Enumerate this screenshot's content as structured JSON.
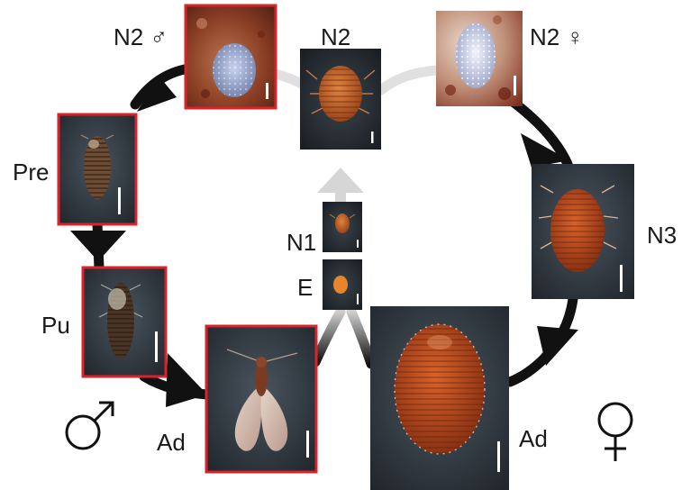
{
  "colors": {
    "cycle_arrow": "#111111",
    "early_arrow": "#d6d6d6",
    "male_frame": "#d8232a",
    "photo_dark": "#20262c",
    "photo_brown": "#8a3c24"
  },
  "icons": [
    "male-symbol",
    "female-symbol"
  ],
  "labels": {
    "n2_male": "N2 ♂",
    "n2": "N2",
    "n2_female": "N2 ♀",
    "pre": "Pre",
    "n3": "N3",
    "n1": "N1",
    "e": "E",
    "pu": "Pu",
    "ad_male": "Ad",
    "ad_female": "Ad"
  },
  "stages": [
    {
      "id": "e",
      "label": "E",
      "sex": "both",
      "photo": "egg"
    },
    {
      "id": "n1",
      "label": "N1",
      "sex": "both",
      "photo": "first-instar nymph"
    },
    {
      "id": "n2",
      "label": "N2",
      "sex": "both",
      "photo": "second-instar nymph"
    },
    {
      "id": "n2-male",
      "label": "N2 ♂",
      "sex": "male",
      "photo": "male second instar under white wax"
    },
    {
      "id": "pre",
      "label": "Pre",
      "sex": "male",
      "photo": "prepupa"
    },
    {
      "id": "pu",
      "label": "Pu",
      "sex": "male",
      "photo": "pupa"
    },
    {
      "id": "ad-male",
      "label": "Ad",
      "sex": "male",
      "photo": "winged adult male"
    },
    {
      "id": "n2-female",
      "label": "N2 ♀",
      "sex": "female",
      "photo": "female second instar under white wax"
    },
    {
      "id": "n3",
      "label": "N3",
      "sex": "female",
      "photo": "third-instar nymph"
    },
    {
      "id": "ad-female",
      "label": "Ad",
      "sex": "female",
      "photo": "adult female"
    }
  ]
}
